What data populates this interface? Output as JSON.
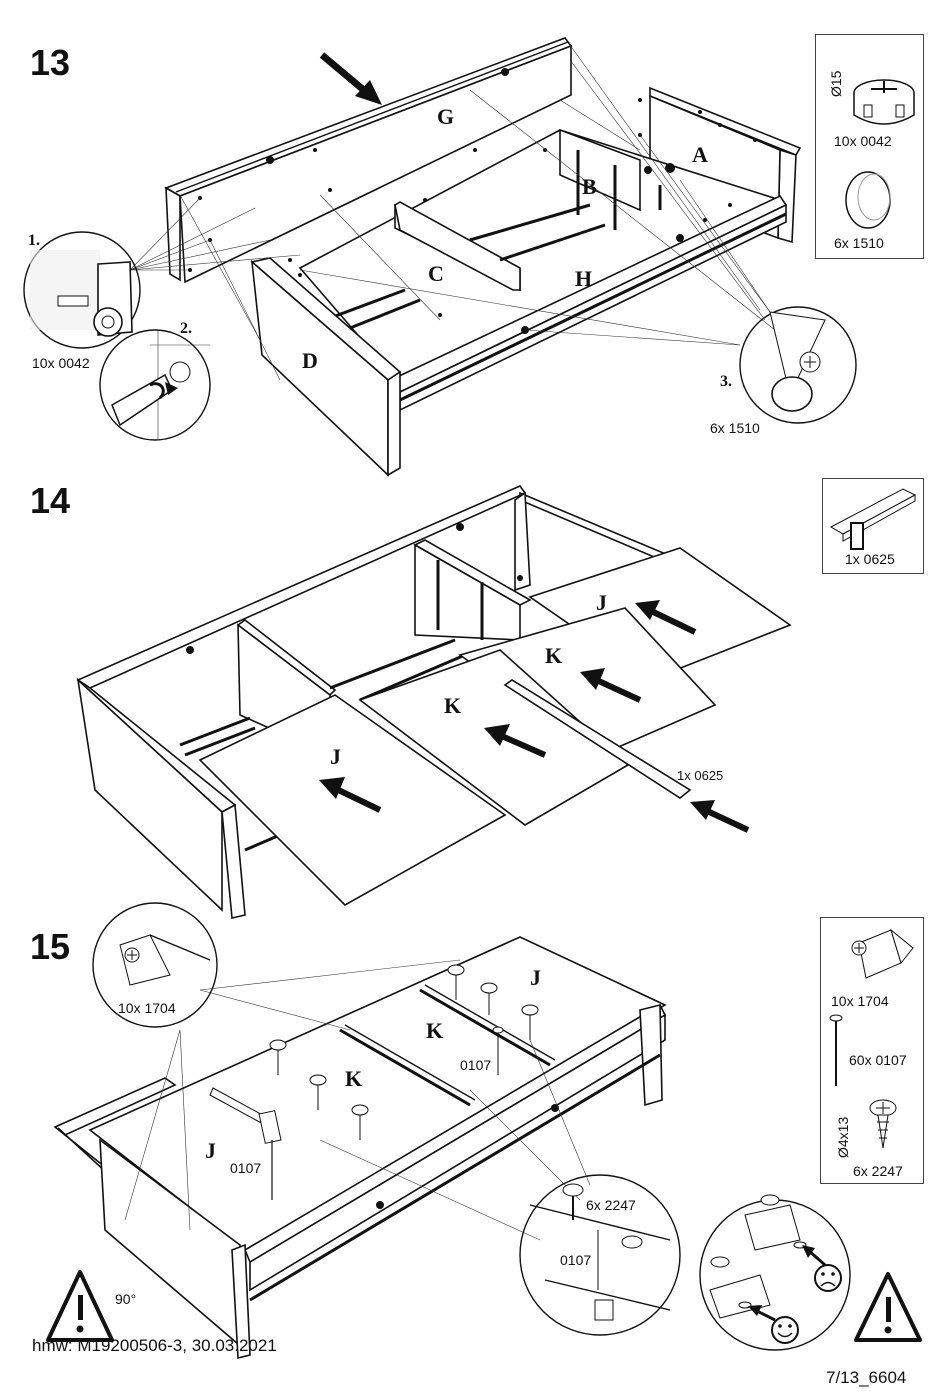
{
  "steps": {
    "s13": "13",
    "s14": "14",
    "s15": "15"
  },
  "step13": {
    "parts": {
      "G": "G",
      "A": "A",
      "B": "B",
      "C": "C",
      "H": "H",
      "D": "D"
    },
    "substeps": {
      "one": "1.",
      "two": "2.",
      "three": "3."
    },
    "qty_left": "10x 0042",
    "qty_right": "6x 1510",
    "legend": {
      "dia": "Ø15",
      "item1": "10x 0042",
      "item2": "6x 1510"
    }
  },
  "step14": {
    "parts": {
      "J1": "J",
      "K1": "K",
      "K2": "K",
      "J2": "J"
    },
    "rail_label": "1x 0625",
    "legend": {
      "item": "1x 0625"
    }
  },
  "step15": {
    "parts": {
      "J1": "J",
      "K1": "K",
      "K2": "K",
      "J2": "J"
    },
    "bubble_left": "10x 1704",
    "nail_left": "0107",
    "nail_mid": "0107",
    "bubble_right_screw": "6x 2247",
    "bubble_right_nail": "0107",
    "angle": "90°",
    "legend": {
      "item1": "10x 1704",
      "item2": "60x 0107",
      "dim": "Ø4x13",
      "item3": "6x 2247"
    }
  },
  "footer": {
    "doc": "hmw: M19200506-3, 30.03.2021",
    "page": "7/13_6604"
  },
  "icons": [
    "warning-icon",
    "sad-face-icon",
    "smile-face-icon",
    "arrow-icon",
    "screw-icon",
    "nail-icon",
    "hammer-icon",
    "cam-lock-icon",
    "cover-cap-icon",
    "corner-bracket-icon"
  ]
}
